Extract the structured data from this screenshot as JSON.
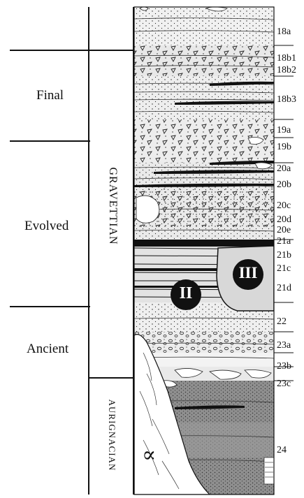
{
  "phases": [
    {
      "key": "final",
      "label": "Final"
    },
    {
      "key": "evolved",
      "label": "Evolved"
    },
    {
      "key": "ancient",
      "label": "Ancient"
    }
  ],
  "cultures": [
    {
      "key": "gravettian",
      "label": "GRAVETTIAN"
    },
    {
      "key": "aurignacian",
      "label": "AURIGNACIAN"
    }
  ],
  "layers": [
    "18a",
    "18b1",
    "18b2",
    "18b3",
    "19a",
    "19b",
    "20a",
    "20b",
    "20c",
    "20d",
    "20e",
    "21a",
    "21b",
    "21c",
    "21d",
    "22",
    "23a",
    "23b",
    "23c",
    "24"
  ],
  "features": {
    "pit_left": "II",
    "pit_right": "III"
  },
  "symbol": "∝",
  "colors": {
    "ink": "#111111",
    "light_fill": "#e6e6e6",
    "dark_fill": "#8f8f8f",
    "pit_fill": "#d8d8d8"
  }
}
